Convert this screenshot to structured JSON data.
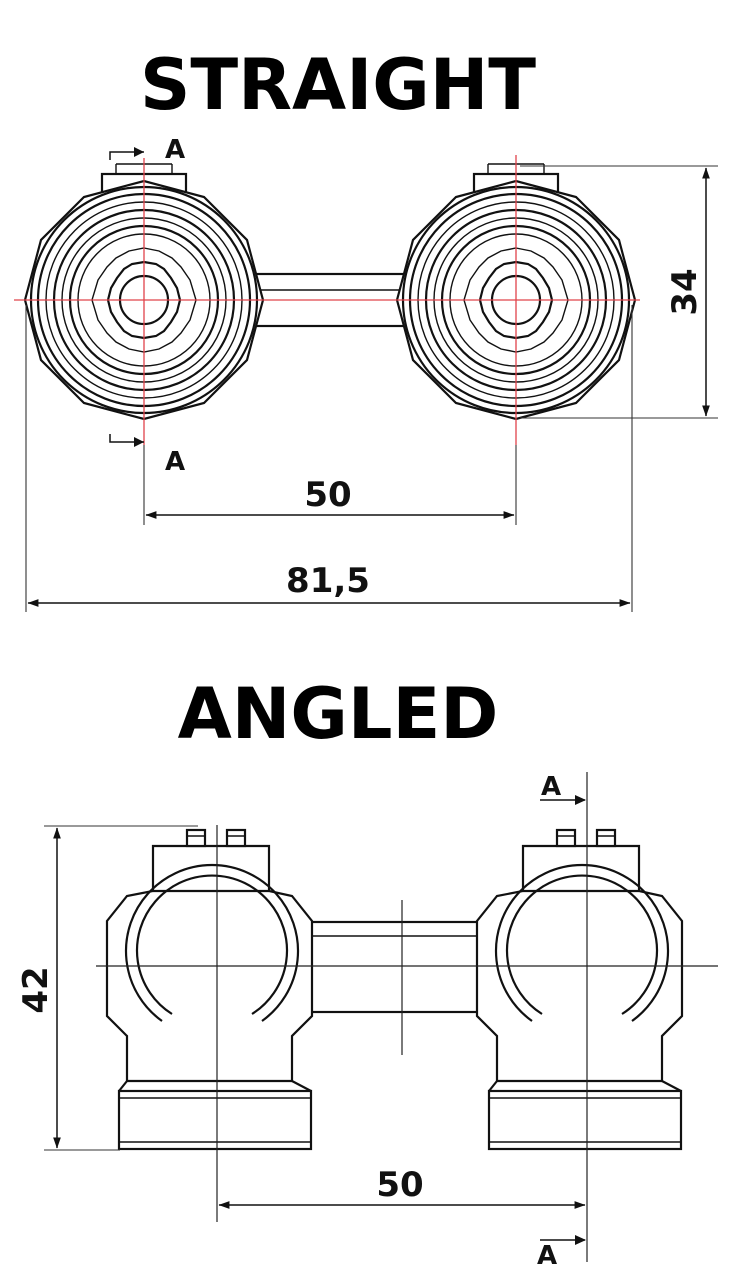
{
  "straight": {
    "title": "STRAIGHT",
    "dimensions": {
      "centers": "50",
      "overall_width": "81,5",
      "height": "34"
    },
    "section_marks": [
      "A",
      "A"
    ]
  },
  "angled": {
    "title": "ANGLED",
    "dimensions": {
      "centers": "50",
      "height": "42"
    },
    "section_marks": [
      "A",
      "A"
    ]
  },
  "colors": {
    "lines": "#111111",
    "center_lines": "#e0434b",
    "background": "#ffffff"
  }
}
